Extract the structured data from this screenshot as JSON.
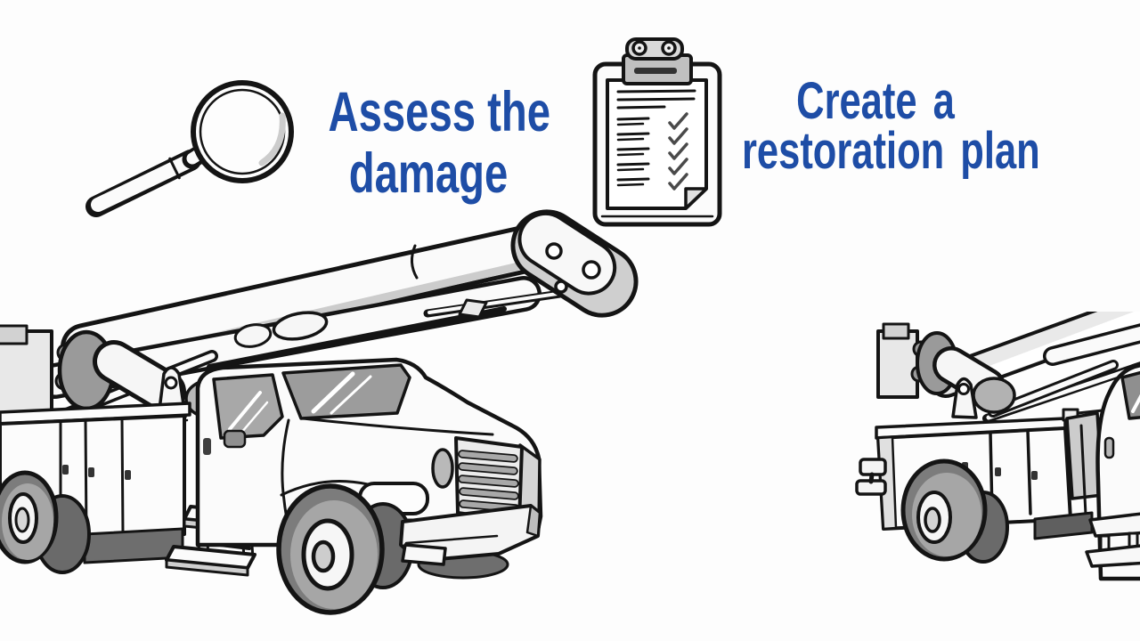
{
  "colors": {
    "accent_blue": "#1e4da6",
    "ink_outline": "#141414",
    "background": "#fdfdfd"
  },
  "labels": {
    "assess": {
      "line1": "Assess the",
      "line2": "damage"
    },
    "restore": {
      "line1": "Create a",
      "line2": "restoration plan"
    }
  },
  "clipboard": {
    "header_line_count": 3,
    "header_line_widths": [
      86,
      85,
      52
    ],
    "checklist_row_count": 5,
    "checkmark_count": 5
  },
  "icons": [
    "magnifying-glass-icon",
    "clipboard-checklist-icon",
    "bucket-truck-left-illustration",
    "bucket-truck-right-illustration"
  ]
}
